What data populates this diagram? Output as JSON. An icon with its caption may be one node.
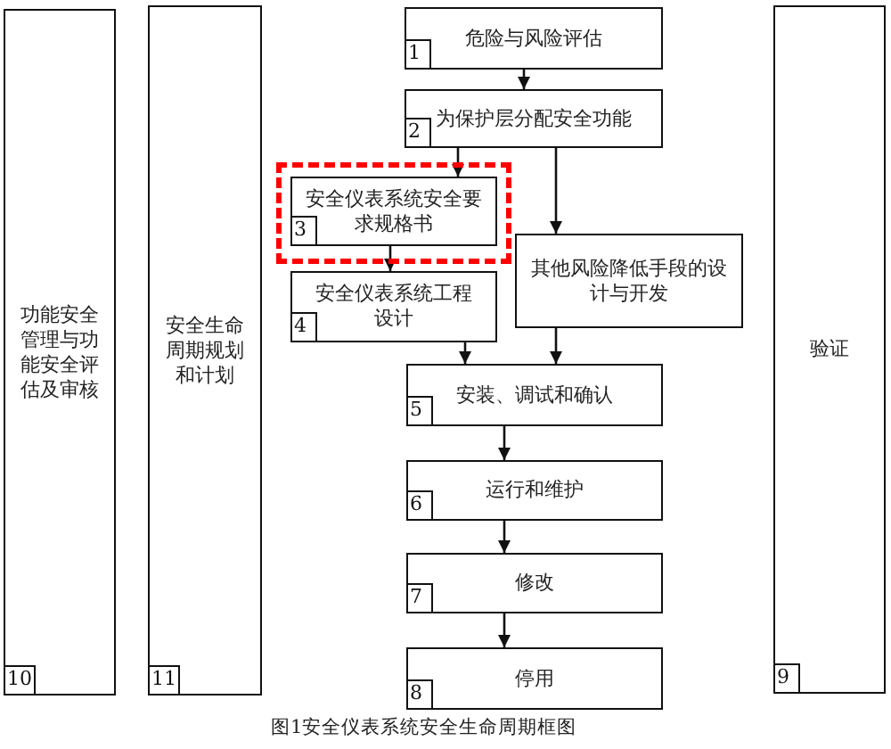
{
  "diagram": {
    "caption": "图1安全仪表系统安全生命周期框图",
    "nodes": [
      {
        "text": [
          "功能安全管理与功能安全评估及审核"
        ]
      },
      {
        "text": [
          "10"
        ],
        "in": 0
      },
      {
        "text": [
          "安全生命周期规划和计划"
        ]
      },
      {
        "text": [
          "11"
        ],
        "in": 2
      },
      {
        "text": [
          "危险与风险评估"
        ]
      },
      {
        "text": [
          "1"
        ],
        "in": 4
      },
      {
        "text": [
          "为保护层分配安全功能"
        ]
      },
      {
        "text": [
          "2"
        ],
        "in": 6
      },
      {
        "text": [],
        "shape": "box"
      },
      {
        "text": [
          "安全仪表系统安全要求规格书"
        ],
        "in": 8
      },
      {
        "text": [
          "3"
        ],
        "in": 9
      },
      {
        "text": [
          "其他风险降低手段的设计与开发"
        ]
      },
      {
        "text": [
          "安全仪表系统工程设计"
        ]
      },
      {
        "text": [
          "4"
        ],
        "in": 12
      },
      {
        "text": [
          "安装、调试和确认"
        ]
      },
      {
        "text": [
          "5"
        ],
        "in": 14
      },
      {
        "text": [
          "运行和维护"
        ]
      },
      {
        "text": [
          "6"
        ],
        "in": 16
      },
      {
        "text": [
          "修改"
        ]
      },
      {
        "text": [
          "7"
        ],
        "in": 18
      },
      {
        "text": [
          "停用"
        ]
      },
      {
        "text": [
          "8"
        ],
        "in": 20
      },
      {
        "text": [
          "验证"
        ]
      },
      {
        "text": [
          "9"
        ],
        "in": 22
      }
    ],
    "edges": [
      {
        "from": 4,
        "to": 6,
        "arrow": "to"
      },
      {
        "from": 6,
        "to": 9,
        "arrow": "to"
      },
      {
        "from": 6,
        "to": 11,
        "arrow": "to"
      },
      {
        "from": 9,
        "to": 12,
        "arrow": "to"
      },
      {
        "from": 12,
        "to": 14,
        "arrow": "to"
      },
      {
        "from": 11,
        "to": 14,
        "arrow": "to"
      },
      {
        "from": 14,
        "to": 16,
        "arrow": "to"
      },
      {
        "from": 16,
        "to": 18,
        "arrow": "to"
      },
      {
        "from": 18,
        "to": 20,
        "arrow": "to"
      }
    ]
  }
}
